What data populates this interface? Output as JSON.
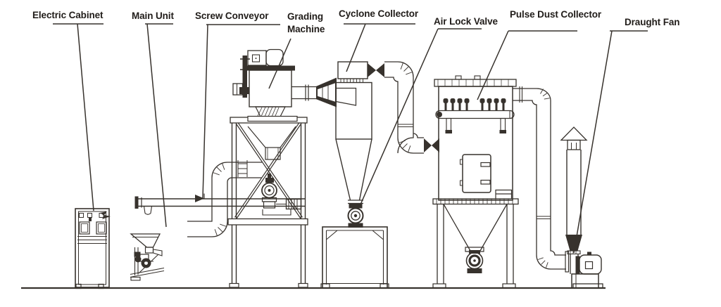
{
  "diagram": {
    "background_color": "#ffffff",
    "line_color": "#37322d",
    "label_color": "#201c19",
    "labels": [
      {
        "id": "electric-cabinet",
        "text": "Electric Cabinet"
      },
      {
        "id": "main-unit",
        "text": "Main Unit"
      },
      {
        "id": "screw-conveyor",
        "text": "Screw Conveyor"
      },
      {
        "id": "grading-machine",
        "text": "Grading Machine"
      },
      {
        "id": "cyclone-collector",
        "text": "Cyclone Collector"
      },
      {
        "id": "air-lock-valve",
        "text": "Air Lock Valve"
      },
      {
        "id": "pulse-dust-collector",
        "text": "Pulse Dust Collector"
      },
      {
        "id": "draught-fan",
        "text": "Draught Fan"
      }
    ]
  }
}
